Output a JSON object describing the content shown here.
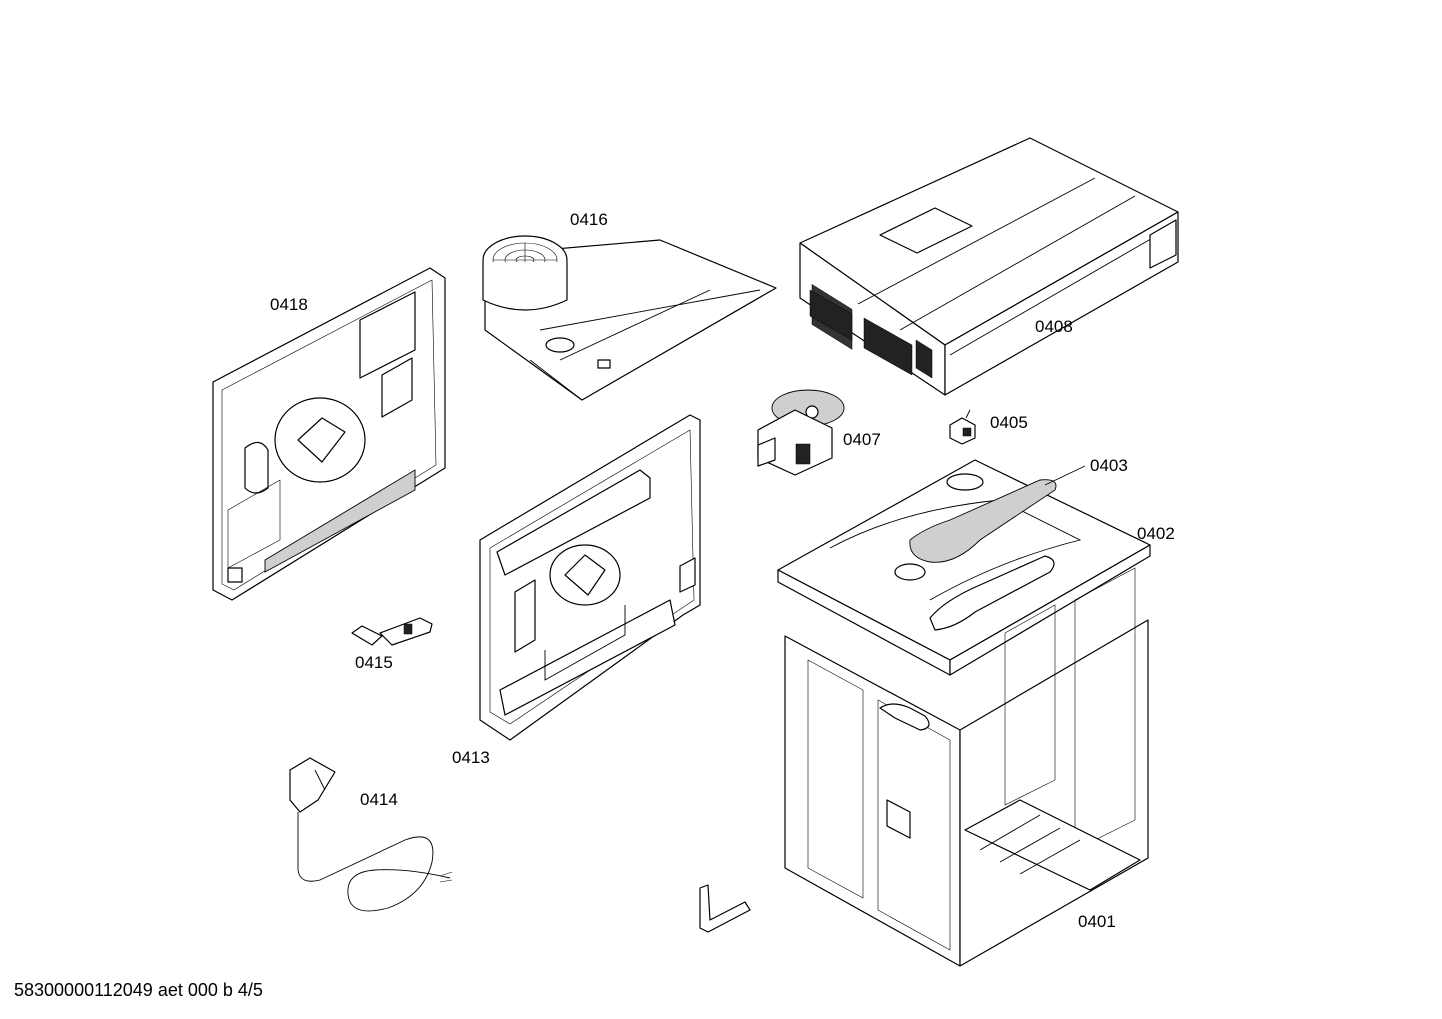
{
  "parts": [
    {
      "id": "p0401",
      "number": "0401"
    },
    {
      "id": "p0402",
      "number": "0402"
    },
    {
      "id": "p0403",
      "number": "0403"
    },
    {
      "id": "p0405",
      "number": "0405"
    },
    {
      "id": "p0407",
      "number": "0407"
    },
    {
      "id": "p0408",
      "number": "0408"
    },
    {
      "id": "p0413",
      "number": "0413"
    },
    {
      "id": "p0414",
      "number": "0414"
    },
    {
      "id": "p0415",
      "number": "0415"
    },
    {
      "id": "p0416",
      "number": "0416"
    },
    {
      "id": "p0418",
      "number": "0418"
    }
  ],
  "footer": {
    "text": "58300000112049 aet 000 b 4/5"
  }
}
